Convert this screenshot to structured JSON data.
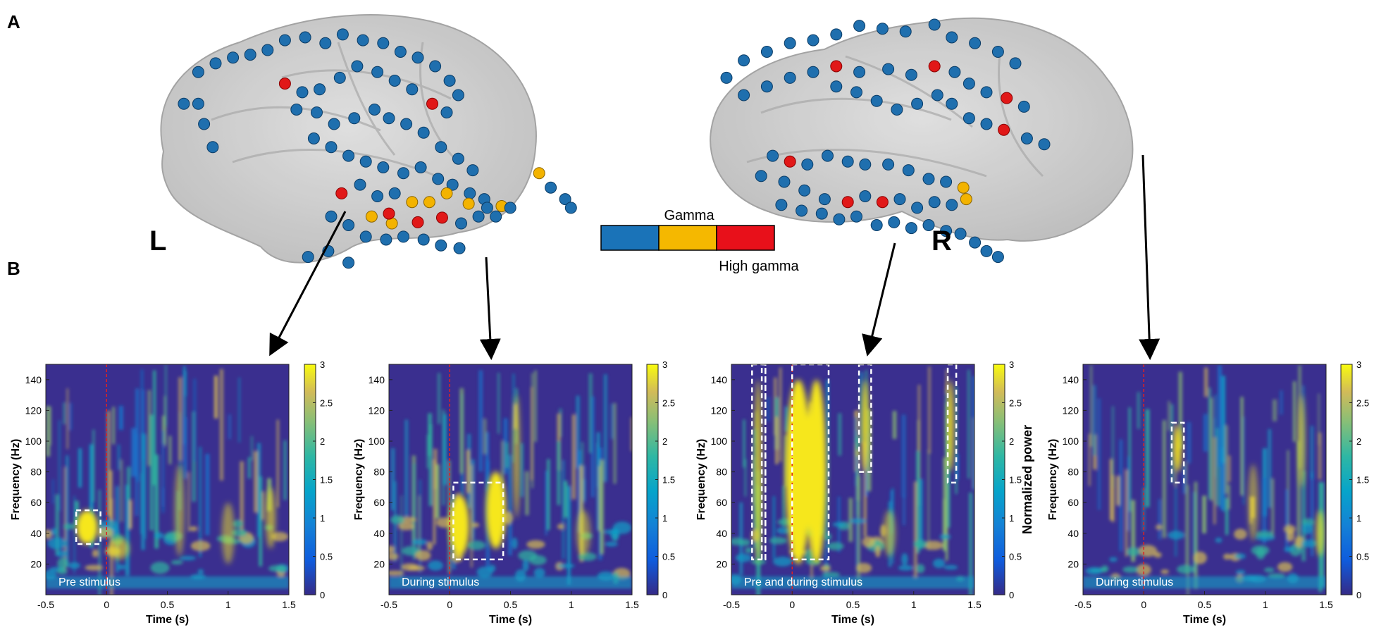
{
  "figure": {
    "panel_labels": [
      "A",
      "B"
    ],
    "hemisphere_labels": [
      "L",
      "R"
    ],
    "colorbar_legend": {
      "title": "Gamma",
      "bottom_label": "High gamma",
      "colors": [
        "#1a73b8",
        "#f5b800",
        "#e8101a"
      ]
    }
  },
  "electrode_colors": {
    "gamma": "#1f6fae",
    "mid": "#f3b300",
    "high_gamma": "#e11818"
  },
  "plots": [
    {
      "ylabel": "Frequency (Hz)",
      "xlabel": "Time (s)",
      "annotation": "Pre stimulus",
      "xticks": [
        "-0.5",
        "0",
        "0.5",
        "1",
        "1.5"
      ],
      "yticks": [
        "140",
        "120",
        "100",
        "80",
        "60",
        "40",
        "20"
      ],
      "cbar_ticks": [
        "3",
        "2.5",
        "2",
        "1.5",
        "1",
        "0.5",
        "0"
      ],
      "cbar_label": ""
    },
    {
      "ylabel": "Frequency (Hz)",
      "xlabel": "Time (s)",
      "annotation": "During stimulus",
      "xticks": [
        "-0.5",
        "0",
        "0.5",
        "1",
        "1.5"
      ],
      "yticks": [
        "140",
        "120",
        "100",
        "80",
        "60",
        "40",
        "20"
      ],
      "cbar_ticks": [
        "3",
        "2.5",
        "2",
        "1.5",
        "1",
        "0.5",
        "0"
      ],
      "cbar_label": ""
    },
    {
      "ylabel": "Frequency (Hz)",
      "xlabel": "Time (s)",
      "annotation": "Pre and during stimulus",
      "xticks": [
        "-0.5",
        "0",
        "0.5",
        "1",
        "1.5"
      ],
      "yticks": [
        "140",
        "120",
        "100",
        "80",
        "60",
        "40",
        "20"
      ],
      "cbar_ticks": [
        "3",
        "2.5",
        "2",
        "1.5",
        "1",
        "0.5",
        "0"
      ],
      "cbar_label": "Normalized power"
    },
    {
      "ylabel": "Frequency (Hz)",
      "xlabel": "Time (s)",
      "annotation": "During stimulus",
      "xticks": [
        "-0.5",
        "0",
        "0.5",
        "1",
        "1.5"
      ],
      "yticks": [
        "140",
        "120",
        "100",
        "80",
        "60",
        "40",
        "20"
      ],
      "cbar_ticks": [
        "3",
        "2.5",
        "2",
        "1.5",
        "1",
        "0.5",
        "0"
      ],
      "cbar_label": ""
    }
  ]
}
